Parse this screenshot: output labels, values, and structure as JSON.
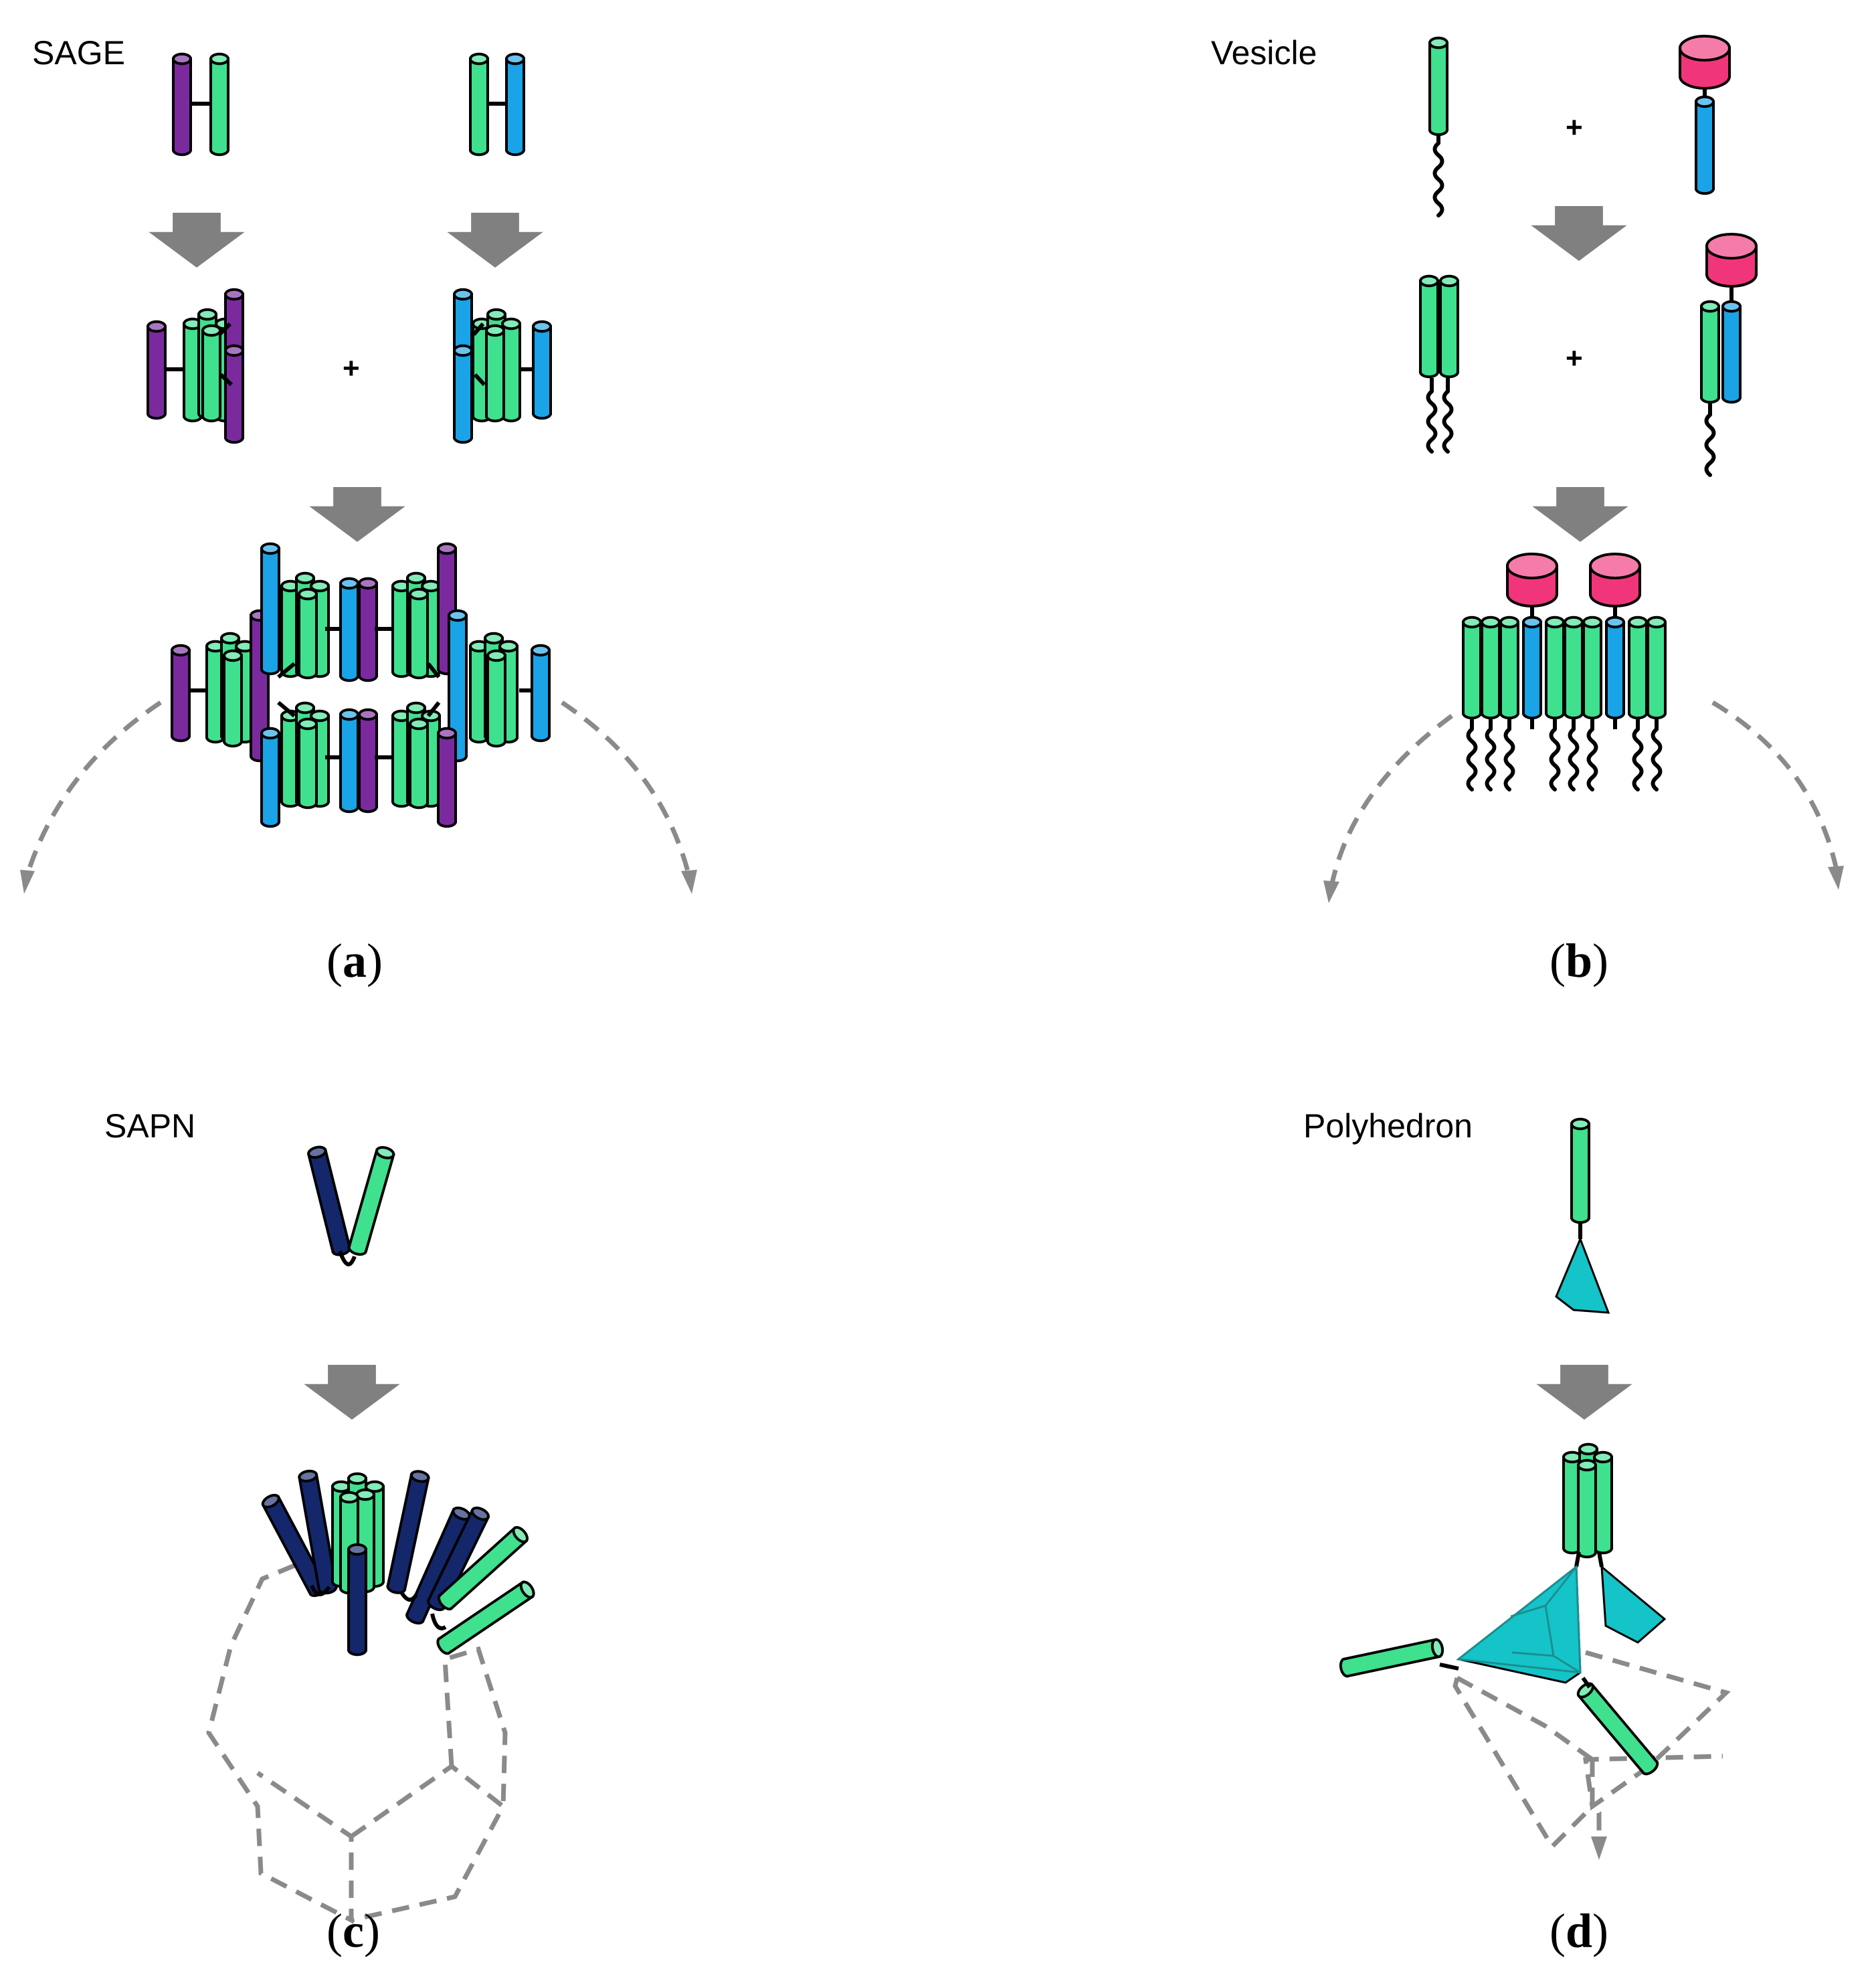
{
  "panels": [
    {
      "id": "a",
      "title": "SAGE",
      "plus_signs": [
        "+"
      ],
      "caption": {
        "open": "(",
        "letter": "a",
        "close": ")"
      }
    },
    {
      "id": "b",
      "title": "Vesicle",
      "plus_signs": [
        "+",
        "+"
      ],
      "caption": {
        "open": "(",
        "letter": "b",
        "close": ")"
      }
    },
    {
      "id": "c",
      "title": "SAPN",
      "plus_signs": [],
      "caption": {
        "open": "(",
        "letter": "c",
        "close": ")"
      }
    },
    {
      "id": "d",
      "title": "Polyhedron",
      "plus_signs": [],
      "caption": {
        "open": "(",
        "letter": "d",
        "close": ")"
      }
    }
  ],
  "colors": {
    "purple": "#7b2a9e",
    "green": "#3fe08e",
    "blue": "#1aa3e6",
    "navy": "#14276b",
    "pink": "#f0357a",
    "cyan": "#14c4c8",
    "arrow_gray": "#808080",
    "dashed_gray": "#8a8a8a"
  },
  "icons": [
    "purple-helix",
    "green-helix",
    "blue-helix",
    "navy-helix",
    "pink-cargo",
    "lipid-tail",
    "cyan-polyhedron-facet"
  ]
}
